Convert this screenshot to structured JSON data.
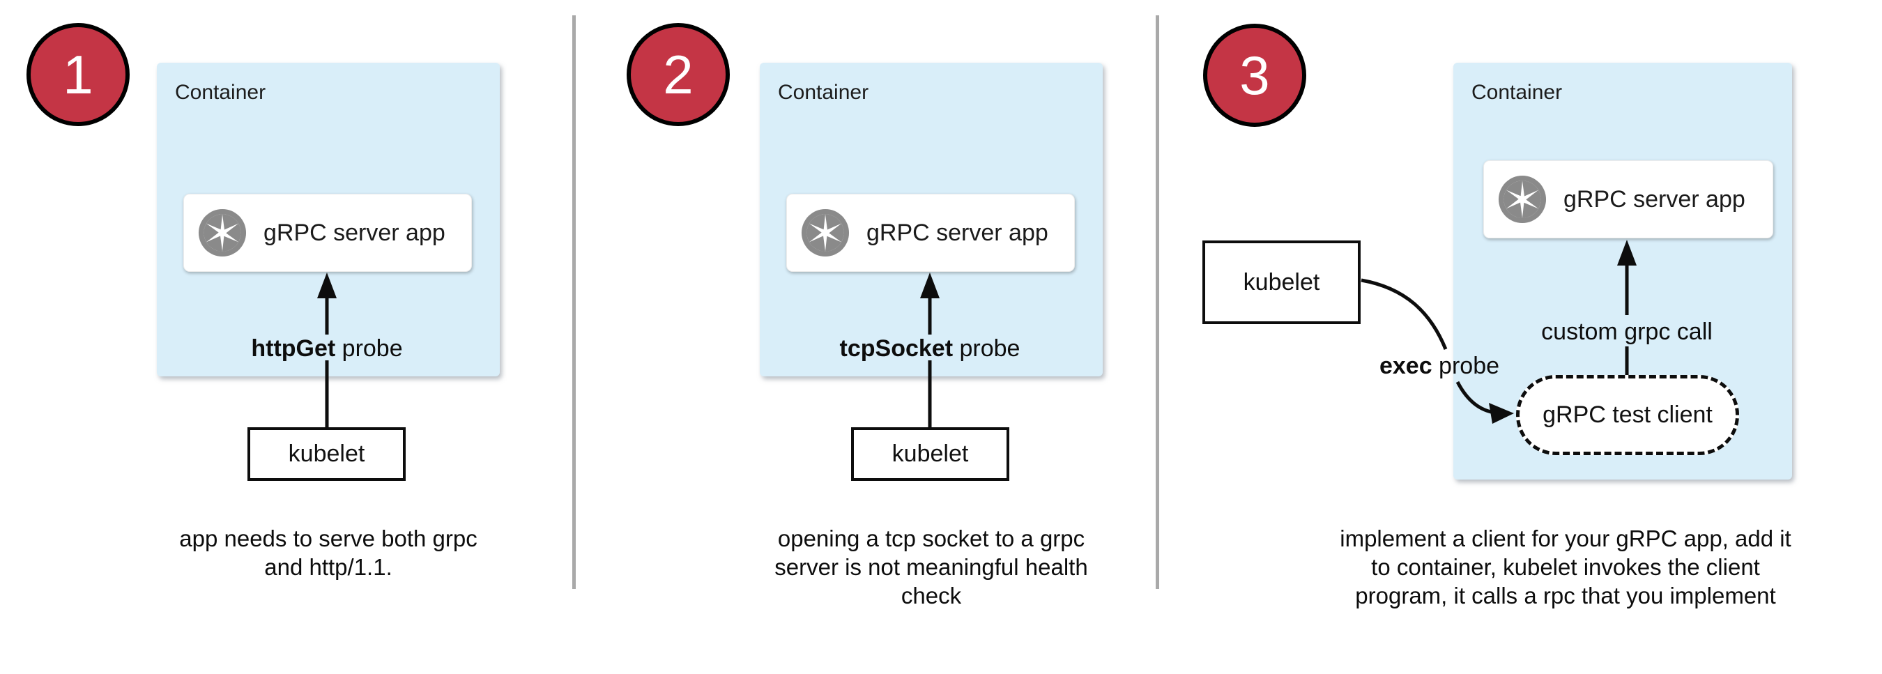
{
  "colors": {
    "accent_red": "#c43545",
    "container_fill": "#d9eef9",
    "icon_gray": "#8a8a8a",
    "divider_gray": "#a9a9a9",
    "line_black": "#0d0d0d"
  },
  "panels": [
    {
      "number": "1",
      "container_label": "Container",
      "app_label": "gRPC server app",
      "app_icon": "aperture-icon",
      "probe": {
        "bold": "httpGet",
        "rest": " probe"
      },
      "kubelet_label": "kubelet",
      "caption_lines": [
        "app needs to serve both grpc",
        "and http/1.1."
      ]
    },
    {
      "number": "2",
      "container_label": "Container",
      "app_label": "gRPC server app",
      "app_icon": "aperture-icon",
      "probe": {
        "bold": "tcpSocket",
        "rest": " probe"
      },
      "kubelet_label": "kubelet",
      "caption_lines": [
        "opening a tcp socket to a grpc",
        "server is not meaningful health",
        "check"
      ]
    },
    {
      "number": "3",
      "container_label": "Container",
      "app_label": "gRPC server app",
      "app_icon": "aperture-icon",
      "probe": {
        "bold": "exec",
        "rest": " probe"
      },
      "kubelet_label": "kubelet",
      "custom_call_label": "custom grpc call",
      "test_client_label": "gRPC test client",
      "caption_lines": [
        "implement a client for your gRPC app, add it",
        "to container, kubelet invokes the client",
        "program, it calls a rpc that you implement"
      ]
    }
  ]
}
